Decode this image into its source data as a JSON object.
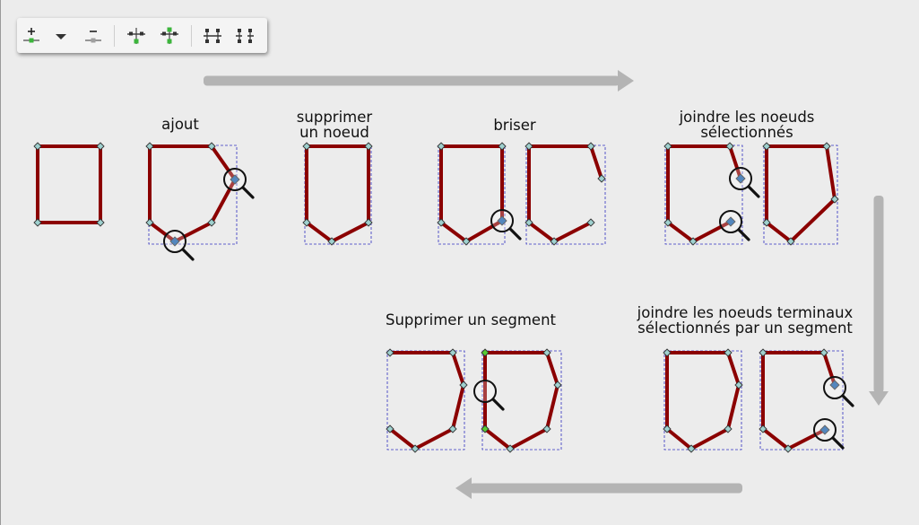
{
  "toolbar": {
    "buttons": [
      {
        "name": "insert-node-button",
        "icon": "insert-node-icon"
      },
      {
        "name": "insert-node-dropdown",
        "icon": "chevron-down-icon"
      },
      {
        "name": "delete-node-button",
        "icon": "delete-node-icon"
      },
      {
        "name": "join-nodes-button",
        "icon": "join-nodes-icon"
      },
      {
        "name": "break-path-button",
        "icon": "break-path-icon"
      },
      {
        "name": "join-segment-button",
        "icon": "join-segment-icon"
      },
      {
        "name": "delete-segment-button",
        "icon": "delete-segment-icon"
      }
    ]
  },
  "labels": {
    "ajout": "ajout",
    "supprimer_l1": "supprimer",
    "supprimer_l2": "un noeud",
    "briser": "briser",
    "joindre_l1": "joindre les noeuds",
    "joindre_l2": "sélectionnés",
    "supprimer_segment": "Supprimer un segment",
    "joindre_terminaux_l1": "joindre les noeuds terminaux",
    "joindre_terminaux_l2": "sélectionnés par un segment"
  },
  "colors": {
    "path": "#8b0000",
    "node": "#9fd1cf",
    "selected_node": "#1a5fa8",
    "green_node": "#55cc33",
    "bbox": "#3030c0",
    "arrow": "#b4b4b4",
    "background": "#ececec"
  }
}
